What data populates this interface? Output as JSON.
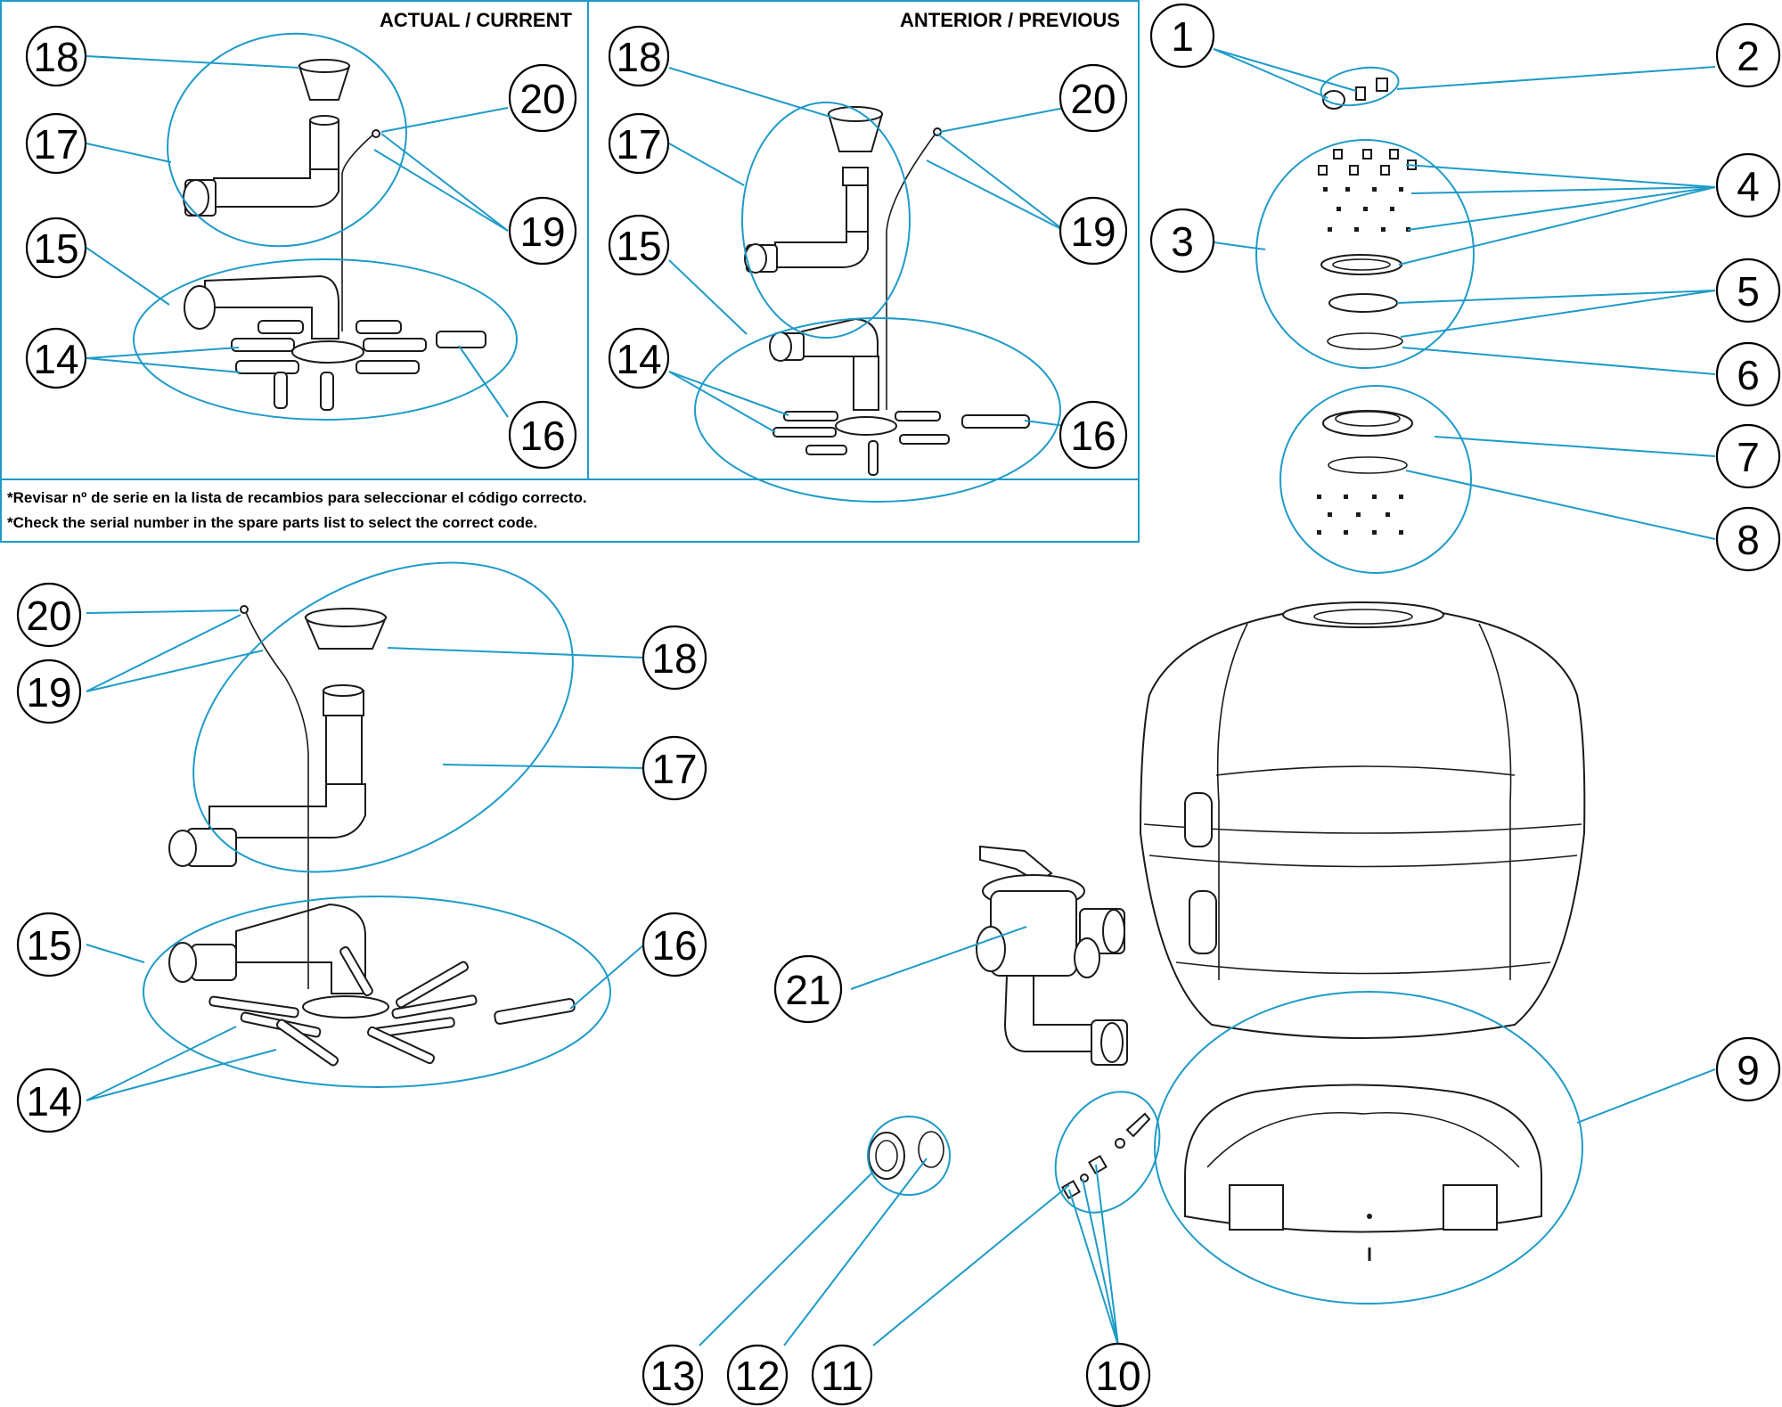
{
  "panels": {
    "current_title": "ACTUAL / CURRENT",
    "previous_title": "ANTERIOR / PREVIOUS"
  },
  "notes": {
    "es": "*Revisar nº de serie en la lista de recambios para seleccionar el código correcto.",
    "en": "*Check the serial number in the spare parts list to select the correct code."
  },
  "callouts": {
    "c_cur_18": "18",
    "c_cur_17": "17",
    "c_cur_20": "20",
    "c_cur_19": "19",
    "c_cur_15": "15",
    "c_cur_14": "14",
    "c_cur_16": "16",
    "c_prev_18": "18",
    "c_prev_17": "17",
    "c_prev_20": "20",
    "c_prev_19": "19",
    "c_prev_15": "15",
    "c_prev_14": "14",
    "c_prev_16": "16",
    "c_1": "1",
    "c_2": "2",
    "c_3": "3",
    "c_4": "4",
    "c_5": "5",
    "c_6": "6",
    "c_7": "7",
    "c_8": "8",
    "c_9": "9",
    "c_main_20": "20",
    "c_main_19": "19",
    "c_main_18": "18",
    "c_main_17": "17",
    "c_main_15": "15",
    "c_main_16": "16",
    "c_main_14": "14",
    "c_21": "21",
    "c_13": "13",
    "c_12": "12",
    "c_11": "11",
    "c_10": "10"
  },
  "colors": {
    "leader": "#1e9bc8",
    "outline": "#1a1a1a",
    "panel_border": "#1e9bc8"
  }
}
